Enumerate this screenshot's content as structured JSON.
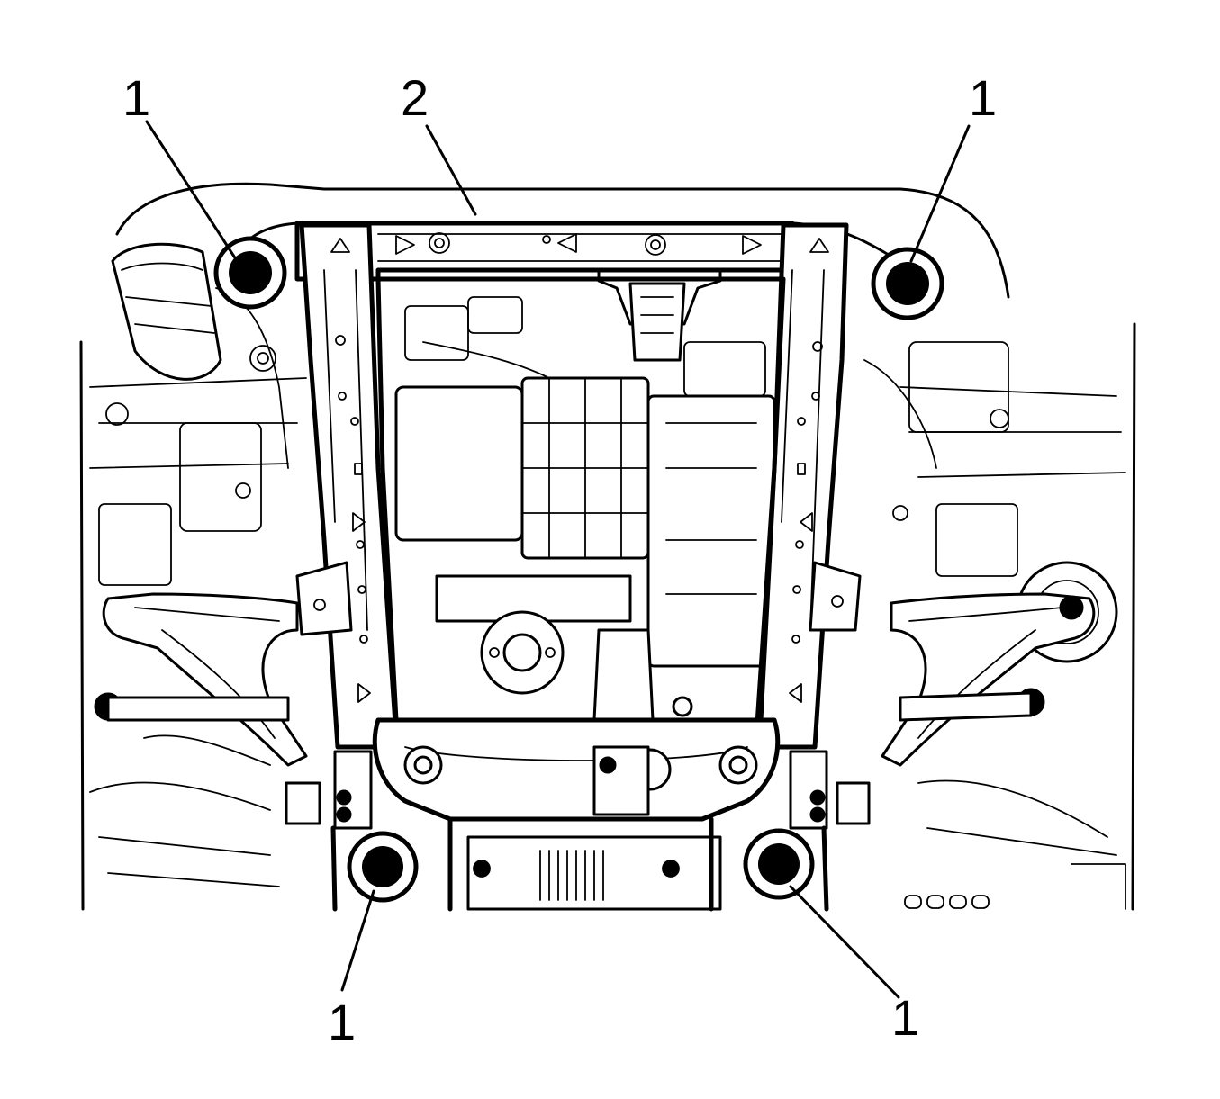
{
  "diagram": {
    "colors": {
      "line": "#000000",
      "background": "#ffffff"
    },
    "callouts": [
      {
        "id": "c1-top-left",
        "label": "1"
      },
      {
        "id": "c2-top",
        "label": "2"
      },
      {
        "id": "c1-top-right",
        "label": "1"
      },
      {
        "id": "c1-bottom-left",
        "label": "1"
      },
      {
        "id": "c1-bottom-right",
        "label": "1"
      }
    ]
  }
}
